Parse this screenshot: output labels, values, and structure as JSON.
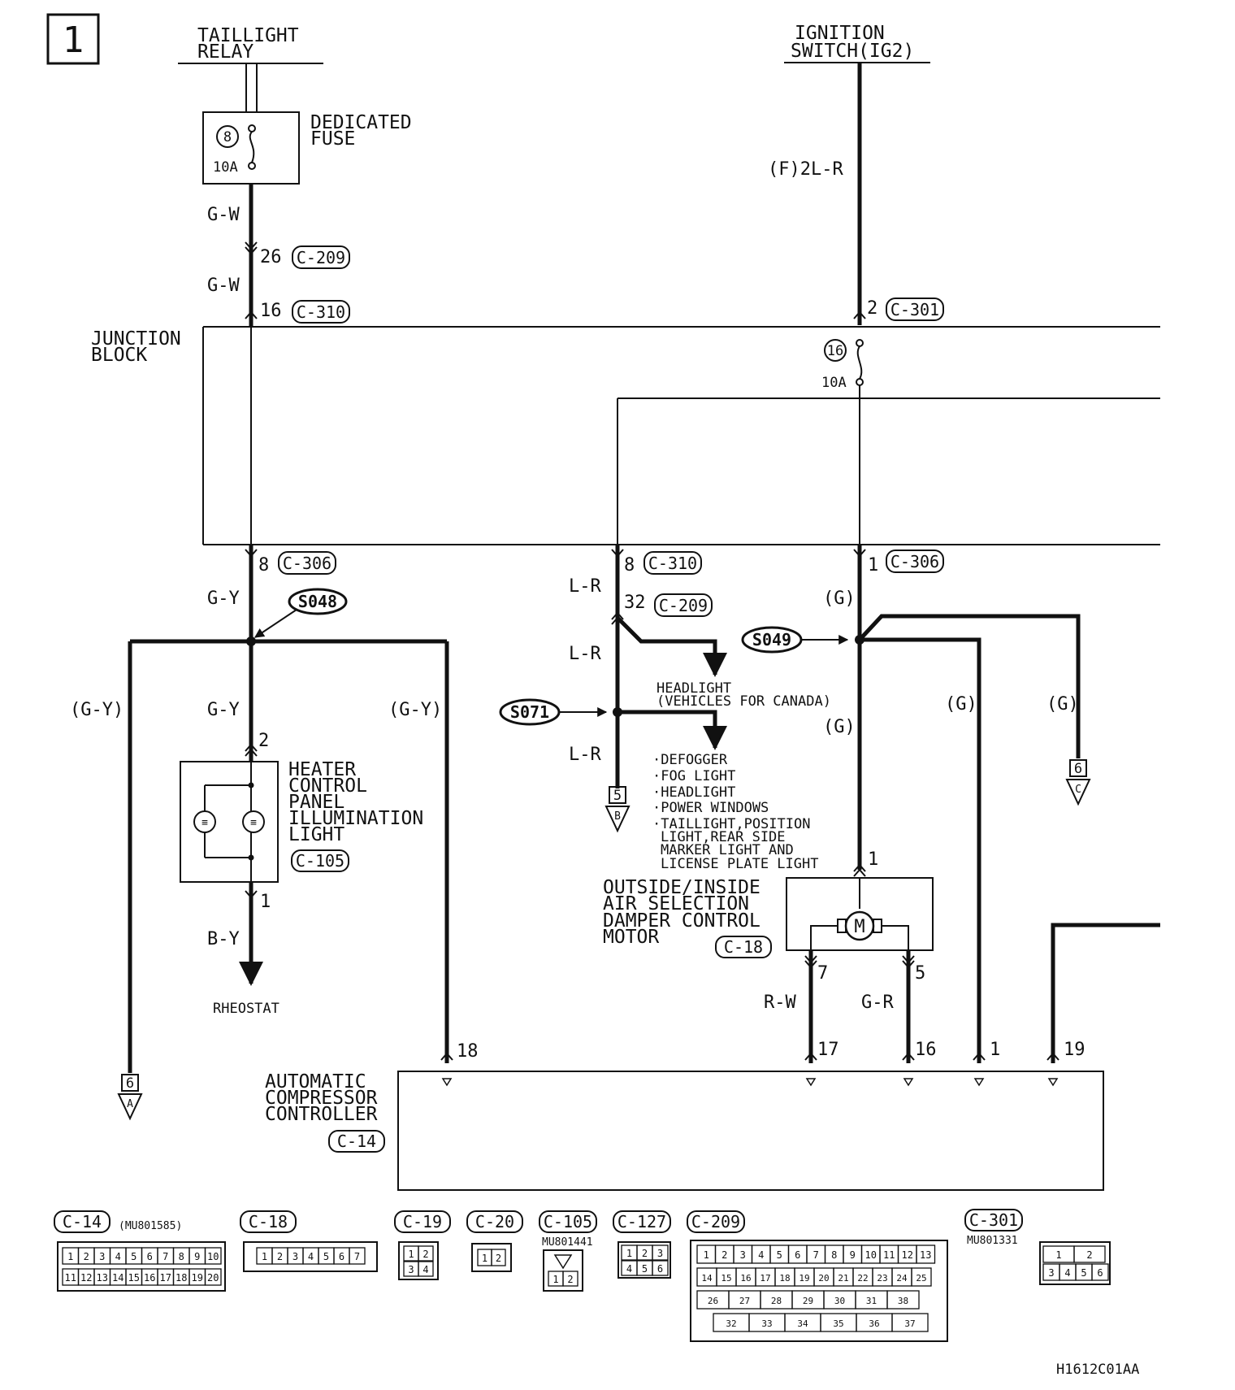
{
  "page_number": "1",
  "sources": {
    "taillight_relay": [
      "TAILLIGHT",
      "RELAY"
    ],
    "ignition_switch": [
      "IGNITION",
      "SWITCH(IG2)"
    ]
  },
  "dedicated_fuse": {
    "label": [
      "DEDICATED",
      "FUSE"
    ],
    "number": "8",
    "rating": "10A"
  },
  "junction_block": {
    "label": [
      "JUNCTION",
      "BLOCK"
    ],
    "fuse_number": "16",
    "fuse_rating": "10A"
  },
  "wires": {
    "gw": "G-W",
    "fl2lr": "(F)2L-R",
    "gy": "G-Y",
    "gy_paren": "(G-Y)",
    "lr": "L-R",
    "g_paren": "(G)",
    "by": "B-Y",
    "rw": "R-W",
    "gr": "G-R"
  },
  "pins": {
    "p26": "26",
    "p16": "16",
    "p2": "2",
    "p8": "8",
    "p1": "1",
    "p32": "32",
    "p7": "7",
    "p5": "5",
    "p18": "18",
    "p17": "17",
    "p19": "19"
  },
  "connector_refs": {
    "c209": "C-209",
    "c310": "C-310",
    "c301": "C-301",
    "c306": "C-306",
    "c105": "C-105",
    "c18": "C-18",
    "c14": "C-14",
    "c19": "C-19",
    "c20": "C-20",
    "c127": "C-127"
  },
  "splices": {
    "s048": "S048",
    "s049": "S049",
    "s071": "S071"
  },
  "components": {
    "heater_panel": [
      "HEATER",
      "CONTROL",
      "PANEL",
      "ILLUMINATION",
      "LIGHT"
    ],
    "rheostat": "RHEOSTAT",
    "damper_motor": [
      "OUTSIDE/INSIDE",
      "AIR SELECTION",
      "DAMPER CONTROL",
      "MOTOR"
    ],
    "motor_symbol": "M",
    "compressor_controller": [
      "AUTOMATIC",
      "COMPRESSOR",
      "CONTROLLER"
    ]
  },
  "headlight_canada": [
    "HEADLIGHT",
    "(VEHICLES FOR CANADA)"
  ],
  "s071_loads": [
    "·DEFOGGER",
    "·FOG LIGHT",
    "·HEADLIGHT",
    "·POWER WINDOWS",
    "·TAILLIGHT,POSITION",
    "LIGHT,REAR SIDE",
    "MARKER LIGHT AND",
    "LICENSE PLATE LIGHT"
  ],
  "continuations": {
    "to_A": {
      "page": "6",
      "letter": "A"
    },
    "to_B": {
      "page": "5",
      "letter": "B"
    },
    "to_C": {
      "page": "6",
      "letter": "C"
    }
  },
  "connector_views": {
    "c14_part": "(MU801585)",
    "c105_part": "MU801441",
    "c301_part": "MU801331",
    "c14_row1": [
      "1",
      "2",
      "3",
      "4",
      "5",
      "6",
      "7",
      "8",
      "9",
      "10"
    ],
    "c14_row2": [
      "11",
      "12",
      "13",
      "14",
      "15",
      "16",
      "17",
      "18",
      "19",
      "20"
    ],
    "c18_pins": [
      "1",
      "2",
      "3",
      "4",
      "5",
      "6",
      "7"
    ],
    "c19_pins": [
      "1",
      "2",
      "3",
      "4"
    ],
    "c20_pins": [
      "1",
      "2"
    ],
    "c105_pins": [
      "1",
      "2"
    ],
    "c127_pins": [
      "1",
      "2",
      "3",
      "4",
      "5",
      "6"
    ],
    "c209_row1": [
      "1",
      "2",
      "3",
      "4",
      "5",
      "6",
      "7",
      "8",
      "9",
      "10",
      "11",
      "12",
      "13"
    ],
    "c209_row2": [
      "14",
      "15",
      "16",
      "17",
      "18",
      "19",
      "20",
      "21",
      "22",
      "23",
      "24",
      "25"
    ],
    "c209_row3": [
      "26",
      "27",
      "28",
      "29",
      "30",
      "31",
      "38"
    ],
    "c209_row4": [
      "32",
      "33",
      "34",
      "35",
      "36",
      "37"
    ],
    "c301_pins": [
      "1",
      "2",
      "3",
      "4",
      "5",
      "6"
    ]
  },
  "figure_code": "H1612C01AA"
}
